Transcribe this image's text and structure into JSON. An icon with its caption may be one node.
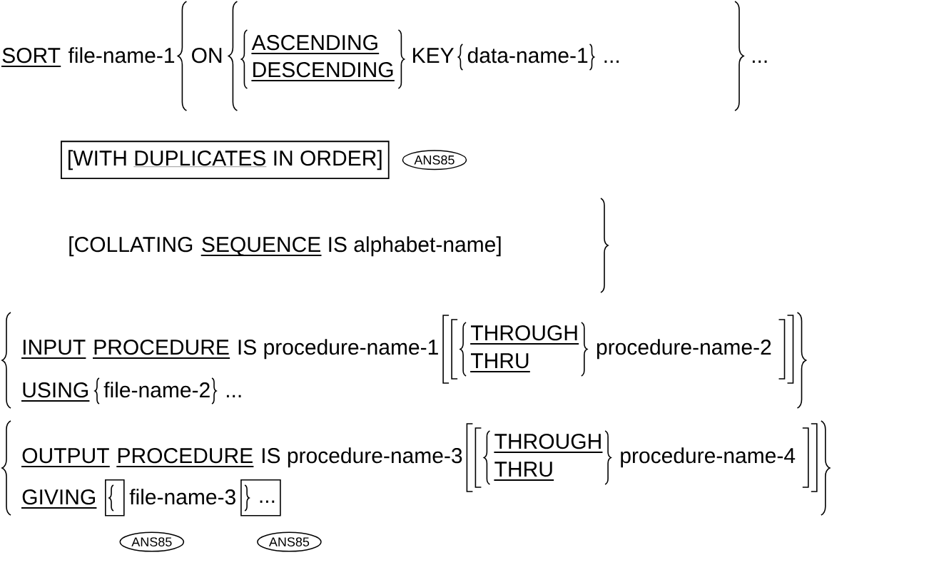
{
  "diagram": {
    "nodes": [
      {
        "text": [
          "[WITH",
          "DUPLICATES",
          "IN ORDER]"
        ]
      },
      {
        "text": [
          "ANS85"
        ]
      },
      {
        "text": [],
        "shape": "box"
      },
      {
        "text": [
          "..."
        ]
      },
      {
        "text": [
          "ANS85"
        ]
      },
      {
        "text": [
          "ANS85"
        ]
      }
    ],
    "labels": [
      "SORT",
      "file-name-1",
      "ON",
      "ASCENDING",
      "DESCENDING",
      "KEY",
      "data-name-1",
      "...",
      "...",
      "[COLLATING",
      "SEQUENCE",
      "IS alphabet-name]",
      "INPUT",
      "PROCEDURE",
      "IS procedure-name-1",
      "THROUGH",
      "THRU",
      "procedure-name-2",
      "USING",
      "file-name-2",
      "...",
      "OUTPUT",
      "PROCEDURE",
      "IS procedure-name-3",
      "THROUGH",
      "THRU",
      "procedure-name-4",
      "GIVING",
      "file-name-3"
    ]
  }
}
